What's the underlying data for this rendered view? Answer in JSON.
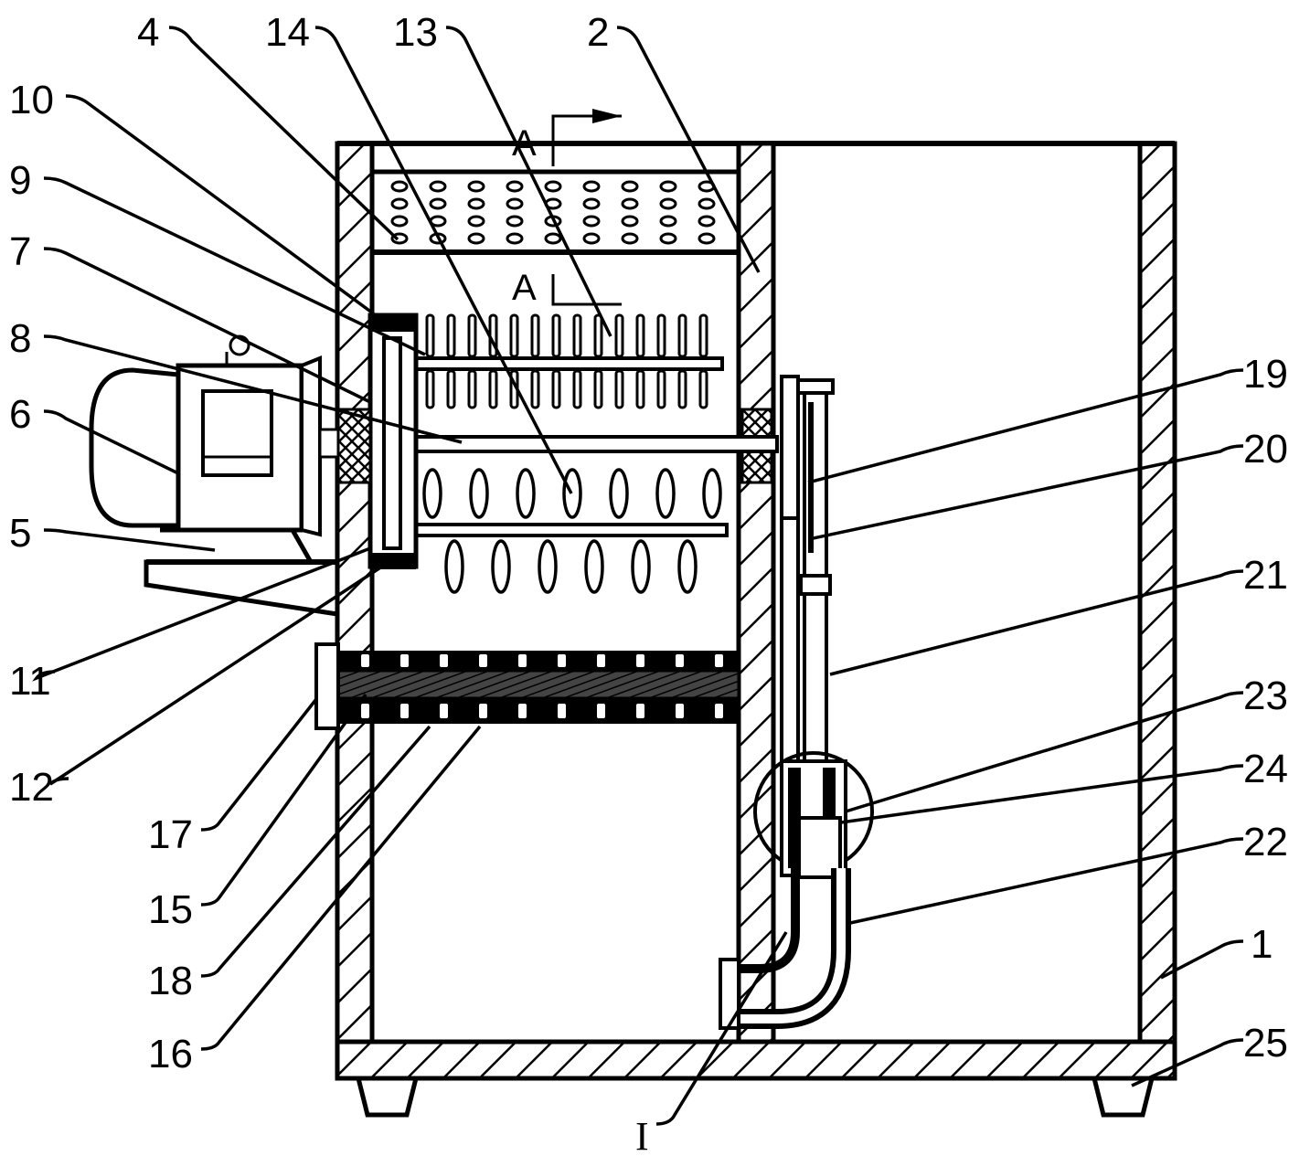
{
  "section_marks": {
    "top": "A",
    "bottom": "A"
  },
  "callouts": {
    "c1": "1",
    "c2": "2",
    "c4": "4",
    "c5": "5",
    "c6": "6",
    "c7": "7",
    "c8": "8",
    "c9": "9",
    "c10": "10",
    "c11": "11",
    "c12": "12",
    "c13": "13",
    "c14": "14",
    "c15": "15",
    "c16": "16",
    "c17": "17",
    "c18": "18",
    "c19": "19",
    "c20": "20",
    "c21": "21",
    "c22": "22",
    "c23": "23",
    "c24": "24",
    "c25": "25",
    "cI": "I"
  },
  "colors": {
    "ink": "#000000",
    "paper": "#ffffff"
  }
}
